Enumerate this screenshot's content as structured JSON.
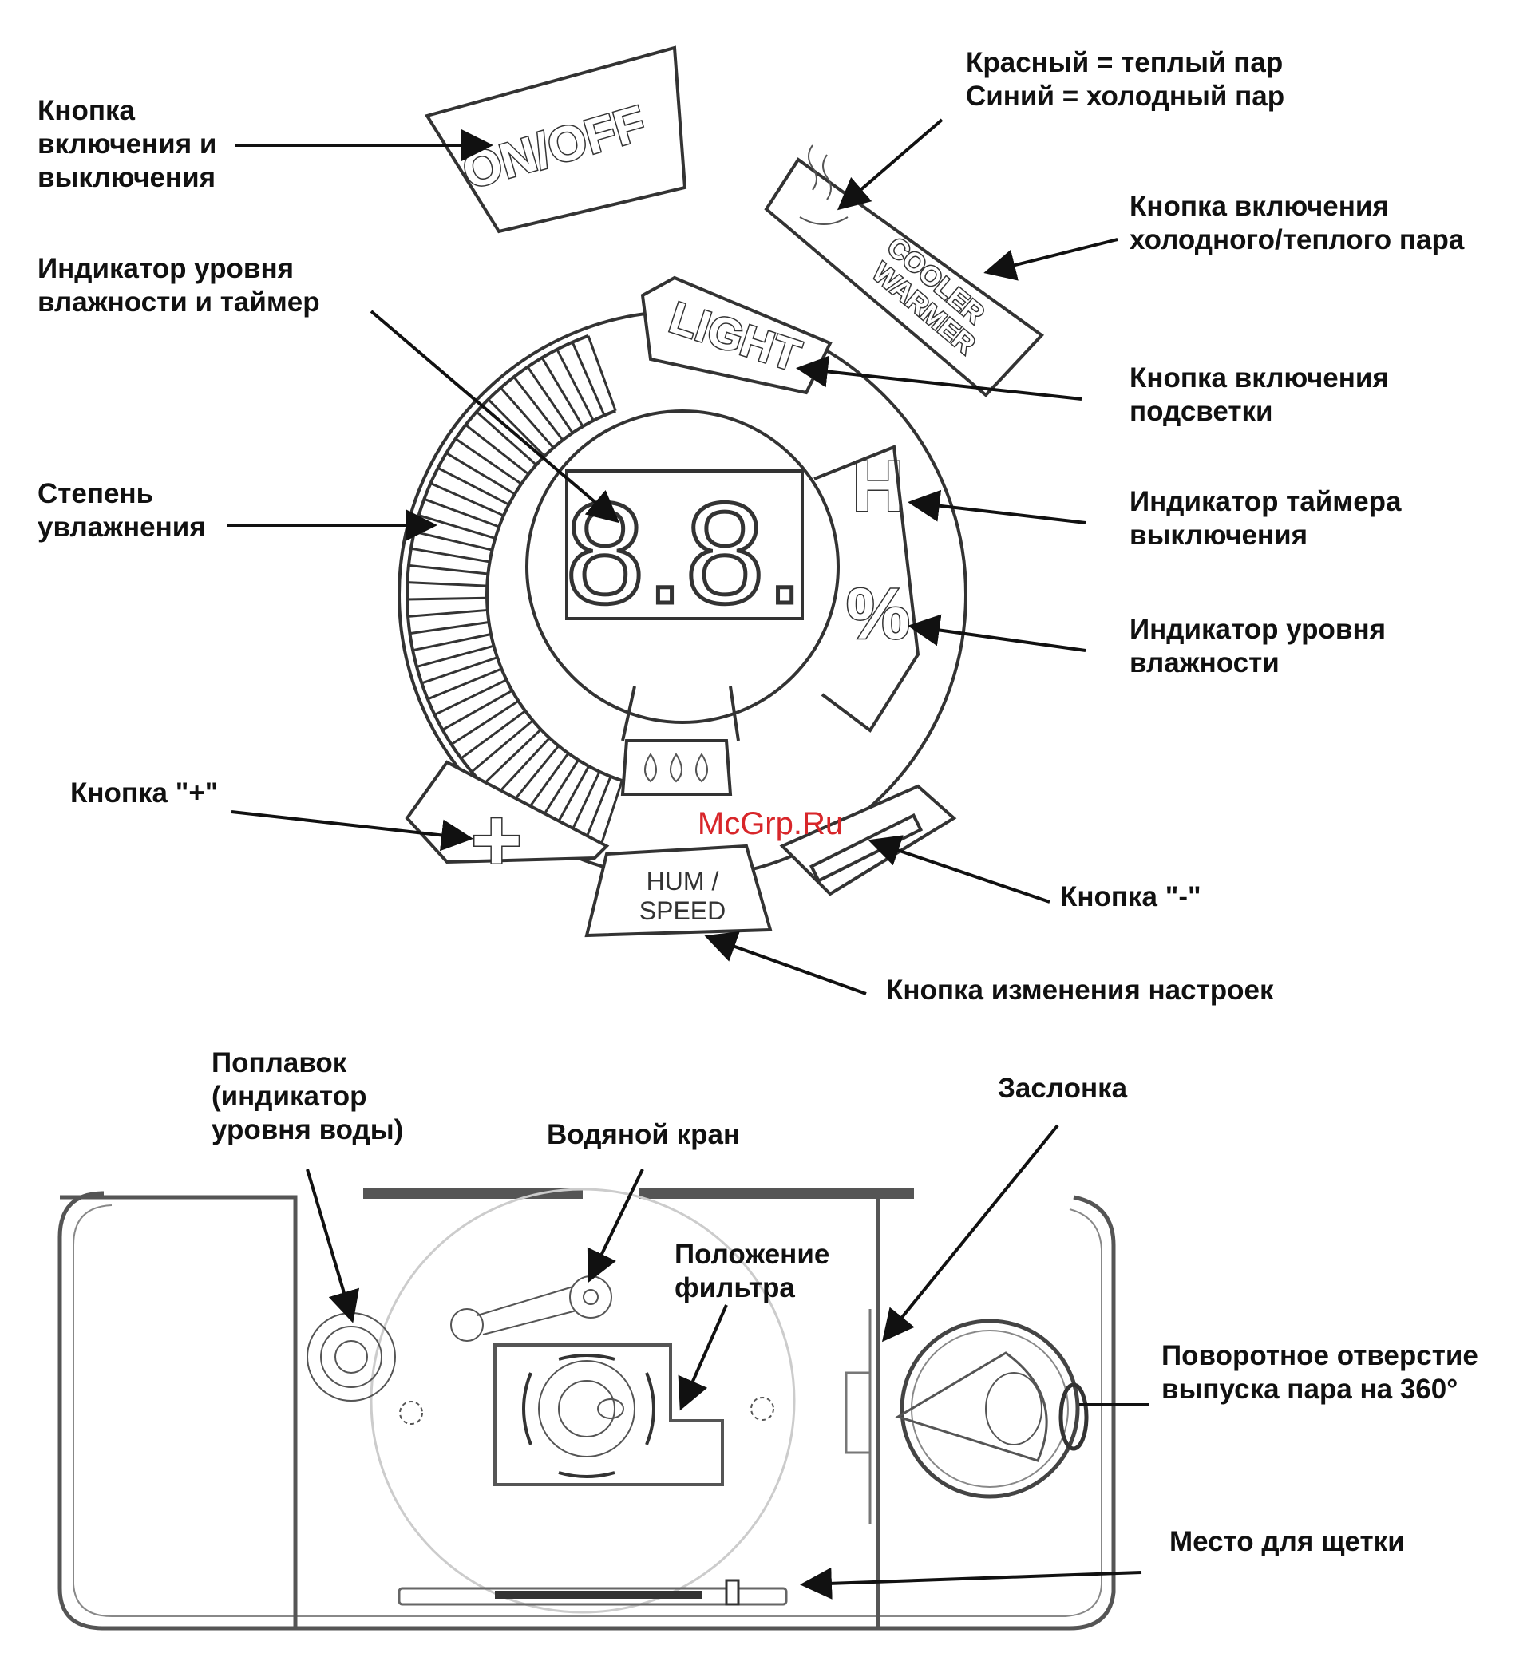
{
  "colors": {
    "ink": "#111111",
    "watermark": "#d8262a"
  },
  "watermark": "McGrp.Ru",
  "panel": {
    "onoff": "ON/OFF",
    "light": "LIGHT",
    "cooler_warmer": [
      "COOLER",
      "WARMER"
    ],
    "display_digits": "8.8.",
    "h_symbol": "H",
    "percent_symbol": "%",
    "hum_speed": [
      "HUM /",
      "SPEED"
    ]
  },
  "labels": {
    "onoff": [
      "Кнопка",
      "включения и",
      "выключения"
    ],
    "humidity_timer": [
      "Индикатор уровня",
      "влажности и таймер"
    ],
    "degree": [
      "Степень",
      "увлажнения"
    ],
    "plus": [
      "Кнопка \"+\""
    ],
    "red_blue": [
      "Красный = теплый пар",
      "Синий = холодный пар"
    ],
    "cold_warm": [
      "Кнопка включения",
      "холодного/теплого пара"
    ],
    "backlight": [
      "Кнопка включения",
      "подсветки"
    ],
    "off_timer": [
      "Индикатор таймера",
      "выключения"
    ],
    "humidity_level": [
      "Индикатор уровня",
      "влажности"
    ],
    "minus": [
      "Кнопка \"-\""
    ],
    "settings": [
      "Кнопка изменения настроек"
    ],
    "float": [
      "Поплавок",
      "(индикатор",
      "уровня воды)"
    ],
    "tap": [
      "Водяной кран"
    ],
    "filter": [
      "Положение",
      "фильтра"
    ],
    "shutter": [
      "Заслонка"
    ],
    "nozzle": [
      "Поворотное отверстие",
      "выпуска пара на 360°"
    ],
    "brush": [
      "Место для щетки"
    ]
  }
}
